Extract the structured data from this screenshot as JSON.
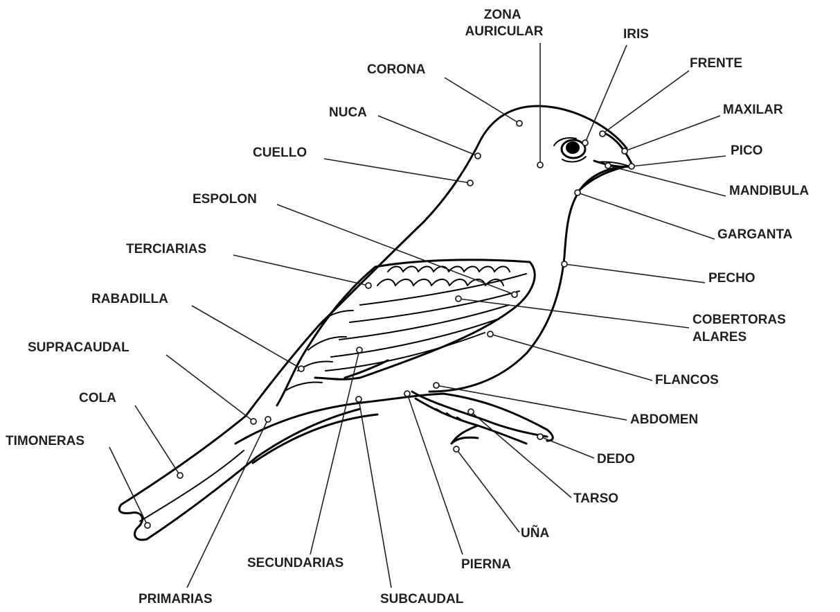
{
  "labels": [
    {
      "key": "zona-auricular",
      "lines": [
        "ZONA",
        "AURICULAR"
      ]
    },
    {
      "key": "iris",
      "lines": [
        "IRIS"
      ]
    },
    {
      "key": "frente",
      "lines": [
        "FRENTE"
      ]
    },
    {
      "key": "corona",
      "lines": [
        "CORONA"
      ]
    },
    {
      "key": "maxilar",
      "lines": [
        "MAXILAR"
      ]
    },
    {
      "key": "nuca",
      "lines": [
        "NUCA"
      ]
    },
    {
      "key": "pico",
      "lines": [
        "PICO"
      ]
    },
    {
      "key": "cuello",
      "lines": [
        "CUELLO"
      ]
    },
    {
      "key": "mandibula",
      "lines": [
        "MANDIBULA"
      ]
    },
    {
      "key": "espolon",
      "lines": [
        "ESPOLON"
      ]
    },
    {
      "key": "garganta",
      "lines": [
        "GARGANTA"
      ]
    },
    {
      "key": "terciarias",
      "lines": [
        "TERCIARIAS"
      ]
    },
    {
      "key": "pecho",
      "lines": [
        "PECHO"
      ]
    },
    {
      "key": "rabadilla",
      "lines": [
        "RABADILLA"
      ]
    },
    {
      "key": "cobertoras-alares",
      "lines": [
        "COBERTORAS",
        "ALARES"
      ]
    },
    {
      "key": "supracaudal",
      "lines": [
        "SUPRACAUDAL"
      ]
    },
    {
      "key": "flancos",
      "lines": [
        "FLANCOS"
      ]
    },
    {
      "key": "cola",
      "lines": [
        "COLA"
      ]
    },
    {
      "key": "abdomen",
      "lines": [
        "ABDOMEN"
      ]
    },
    {
      "key": "timoneras",
      "lines": [
        "TIMONERAS"
      ]
    },
    {
      "key": "dedo",
      "lines": [
        "DEDO"
      ]
    },
    {
      "key": "tarso",
      "lines": [
        "TARSO"
      ]
    },
    {
      "key": "una",
      "lines": [
        "UÑA"
      ]
    },
    {
      "key": "secundarias",
      "lines": [
        "SECUNDARIAS"
      ]
    },
    {
      "key": "pierna",
      "lines": [
        "PIERNA"
      ]
    },
    {
      "key": "primarias",
      "lines": [
        "PRIMARIAS"
      ]
    },
    {
      "key": "subcaudal",
      "lines": [
        "SUBCAUDAL"
      ]
    }
  ]
}
